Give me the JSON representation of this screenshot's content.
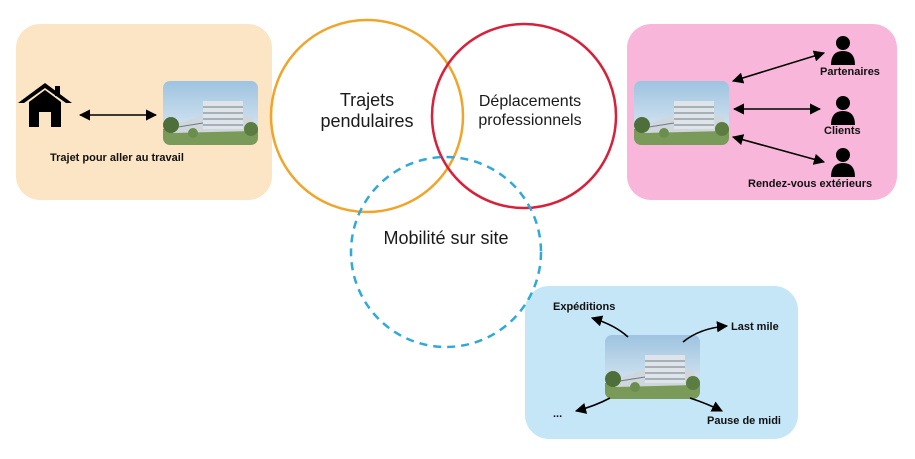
{
  "venn": {
    "commute": "Trajets pendulaires",
    "business": "Déplacements professionnels",
    "onsite": "Mobilité sur site"
  },
  "commute_panel": {
    "caption": "Trajet pour aller au travail",
    "icon": "house-icon"
  },
  "business_panel": {
    "partners": "Partenaires",
    "clients": "Clients",
    "meetings": "Rendez-vous extérieurs",
    "icon": "person-icon"
  },
  "onsite_panel": {
    "shipping": "Expéditions",
    "last_mile": "Last mile",
    "lunch_break": "Pause de midi",
    "more": "..."
  },
  "colors": {
    "commute_panel": "#fbe5c4",
    "business_panel": "#f8b7da",
    "onsite_panel": "#c4e6f7",
    "commute_circle": "#f0a52a",
    "business_circle": "#d9203a",
    "onsite_circle": "#2fa9d9"
  }
}
